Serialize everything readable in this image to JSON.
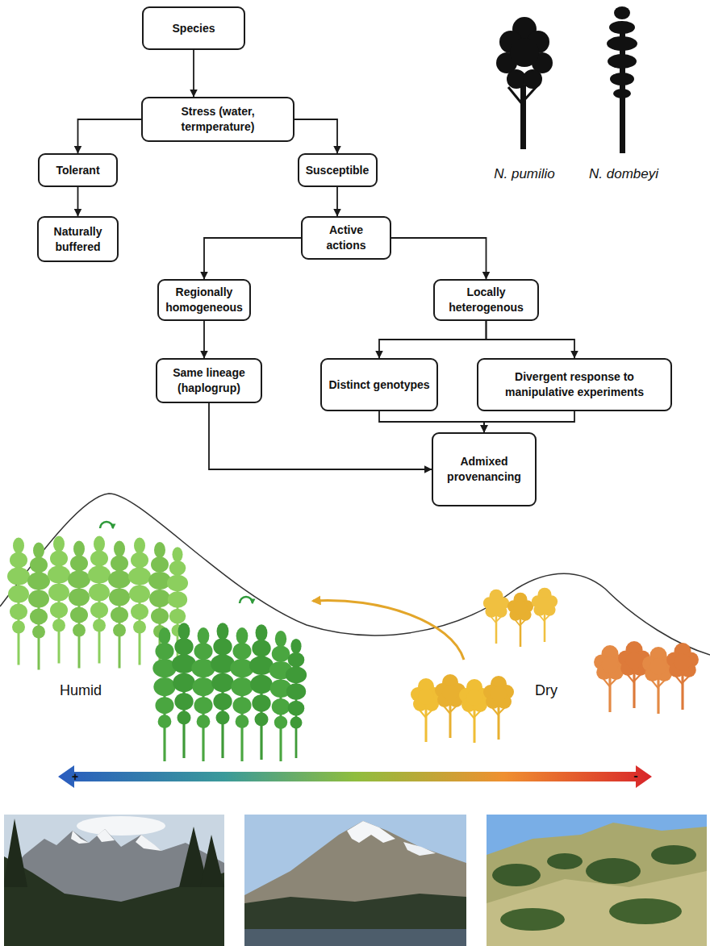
{
  "diagram": {
    "nodes": [
      {
        "text": [
          "Species"
        ]
      },
      {
        "text": [
          "Stress (water, termperature)"
        ]
      },
      {
        "text": [
          "Tolerant"
        ]
      },
      {
        "text": [
          "Susceptible"
        ]
      },
      {
        "text": [
          "Naturally buffered"
        ]
      },
      {
        "text": [
          "Active actions"
        ]
      },
      {
        "text": [
          "Regionally homogeneous"
        ]
      },
      {
        "text": [
          "Locally heterogenous"
        ]
      },
      {
        "text": [
          "Same lineage (haplogrup)"
        ]
      },
      {
        "text": [
          "Distinct genotypes"
        ]
      },
      {
        "text": [
          "Divergent response to manipulative experiments"
        ]
      },
      {
        "text": [
          "Admixed provenancing"
        ]
      }
    ],
    "edges": [
      {
        "from": 0,
        "to": 1,
        "arrow": "to"
      },
      {
        "from": 1,
        "to": 2,
        "arrow": "to"
      },
      {
        "from": 1,
        "to": 3,
        "arrow": "to"
      },
      {
        "from": 2,
        "to": 4,
        "arrow": "to"
      },
      {
        "from": 3,
        "to": 5,
        "arrow": "to"
      },
      {
        "from": 5,
        "to": 6,
        "arrow": "to"
      },
      {
        "from": 5,
        "to": 7,
        "arrow": "to"
      },
      {
        "from": 6,
        "to": 8,
        "arrow": "to"
      },
      {
        "from": 7,
        "to": 9,
        "arrow": "to"
      },
      {
        "from": 7,
        "to": 10,
        "arrow": "to"
      },
      {
        "from": 9,
        "to": 11,
        "arrow": "to"
      },
      {
        "from": 10,
        "to": 11,
        "arrow": "to"
      },
      {
        "from": 8,
        "to": 11,
        "arrow": "to"
      }
    ],
    "labels": [
      "N. pumilio",
      "N. dombeyi",
      "Humid",
      "Dry",
      "+",
      "-"
    ]
  }
}
